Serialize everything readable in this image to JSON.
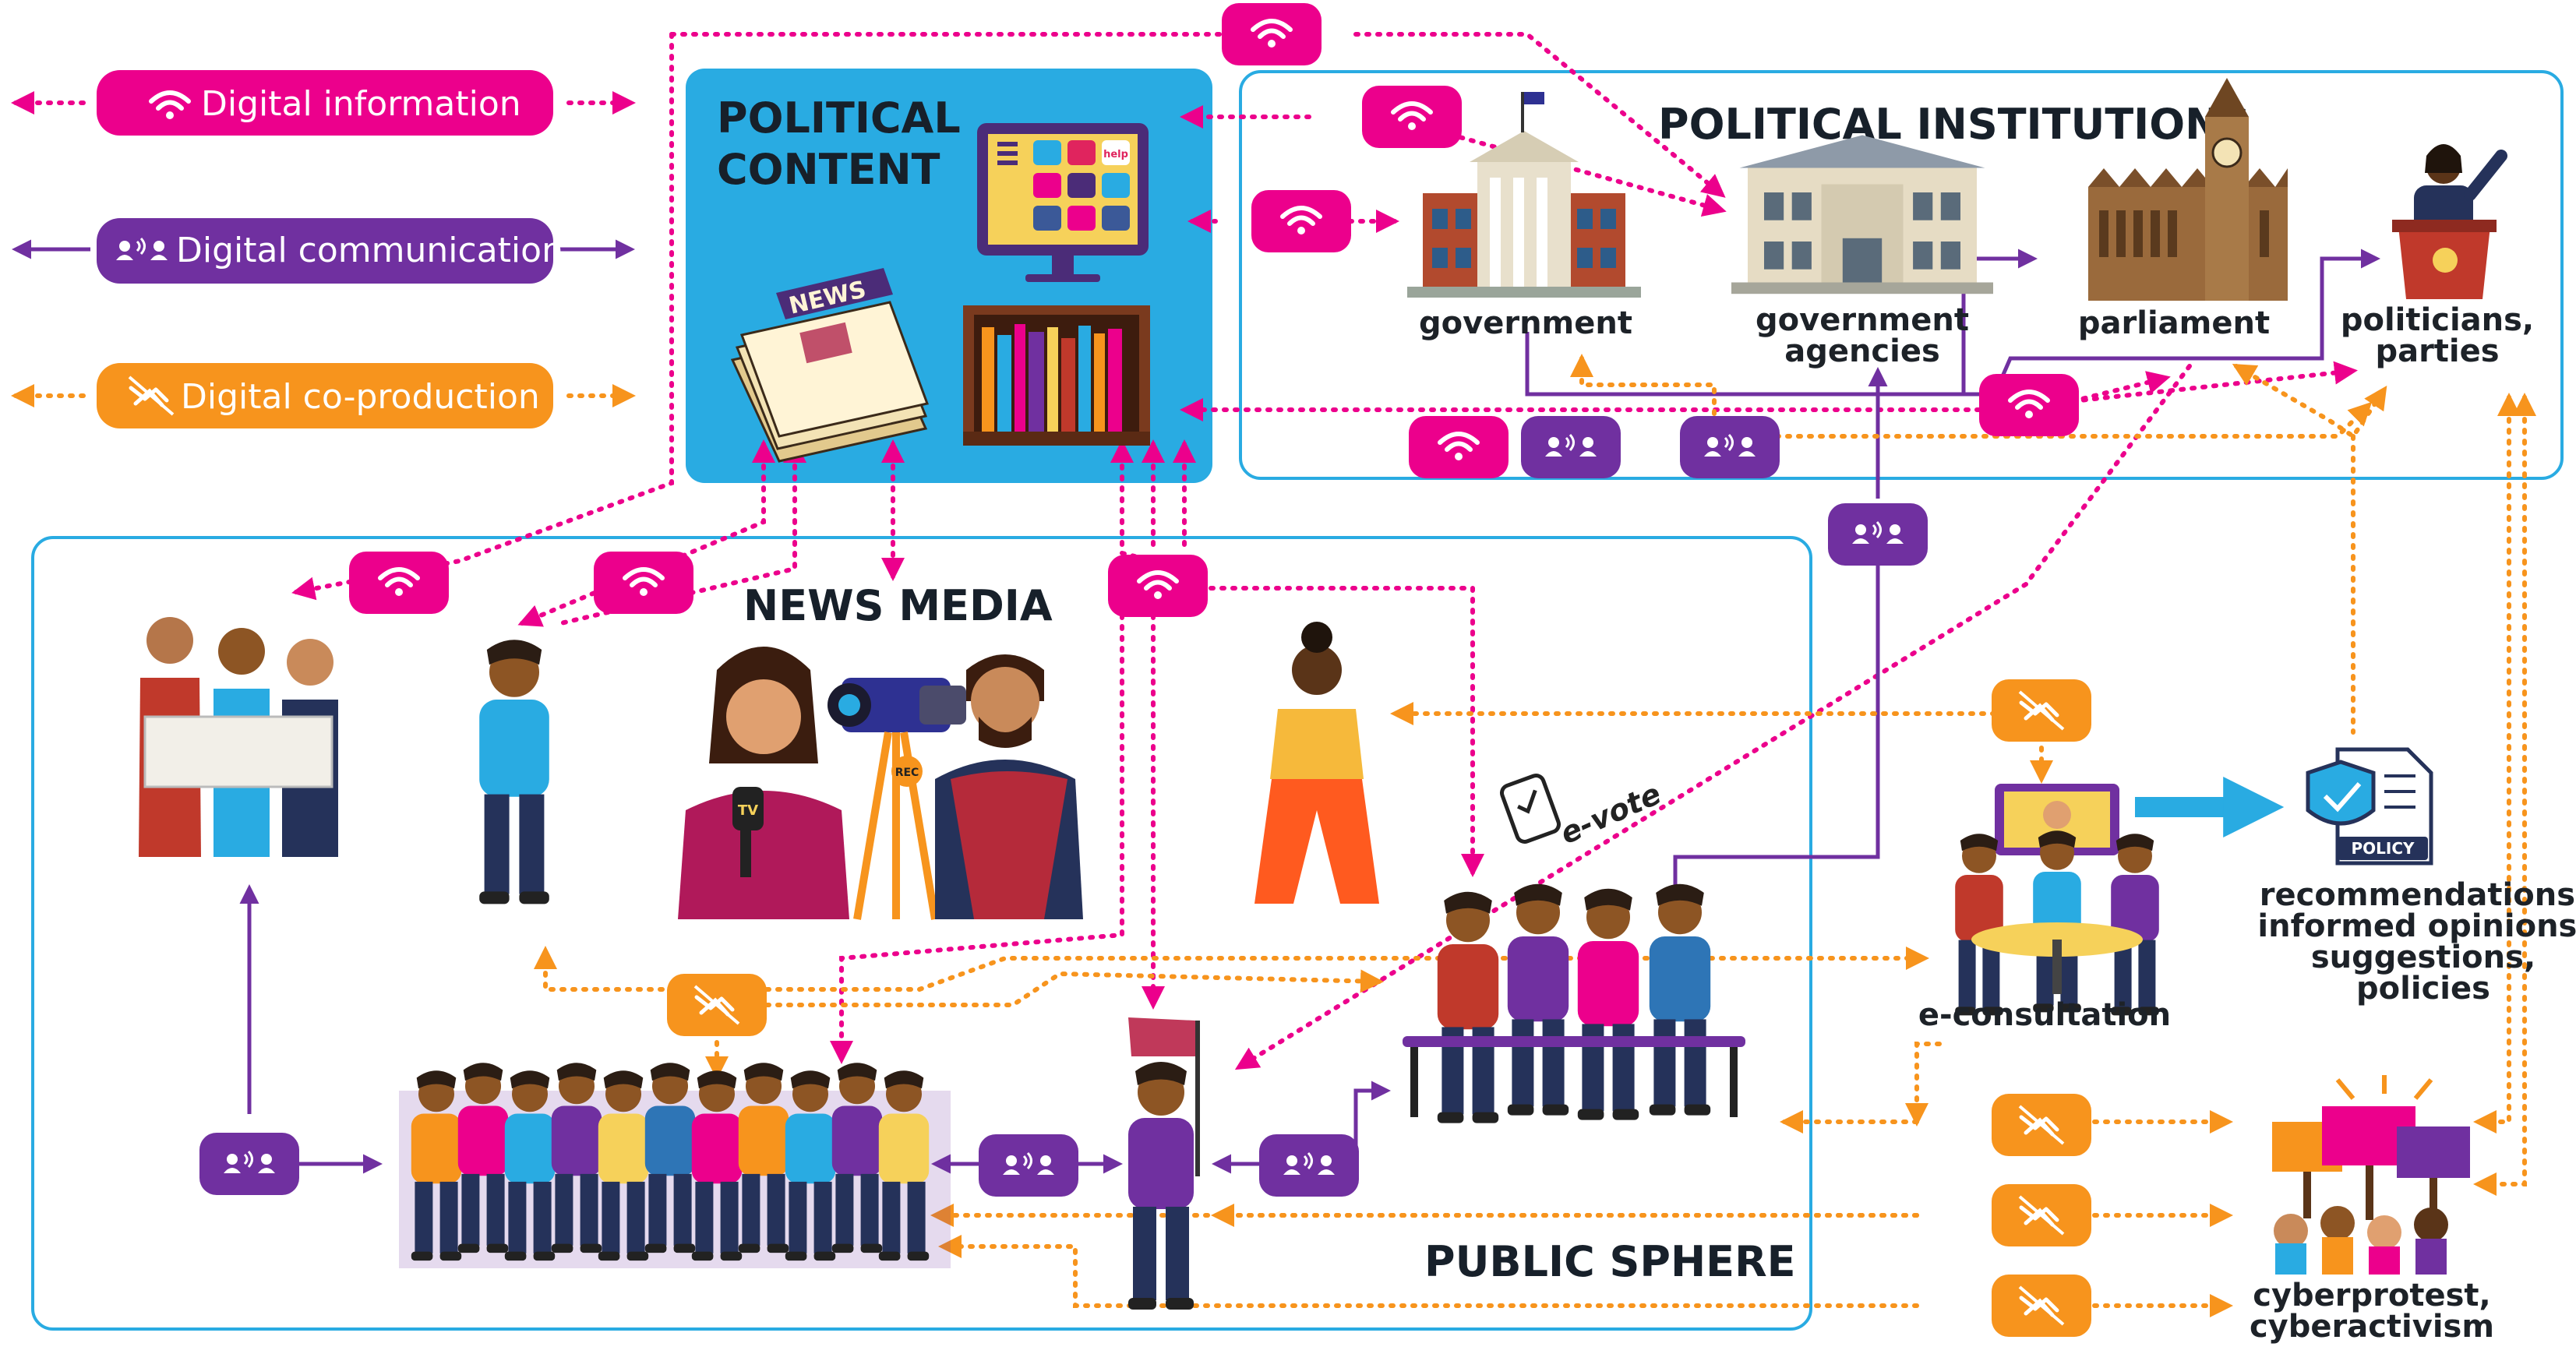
{
  "legend": {
    "digital_information": "Digital information",
    "digital_communication": "Digital communication",
    "digital_coproduction": "Digital co-production"
  },
  "sections": {
    "political_content_line1": "POLITICAL",
    "political_content_line2": "CONTENT",
    "political_institutions": "POLITICAL INSTITUTIONS",
    "news_media": "NEWS MEDIA",
    "public_sphere": "PUBLIC SPHERE"
  },
  "institutions": {
    "government": "government",
    "agencies_line1": "government",
    "agencies_line2": "agencies",
    "parliament": "parliament",
    "politicians_line1": "politicians,",
    "politicians_line2": "parties"
  },
  "content_icons": {
    "news_paper": "NEWS",
    "tv_label": "TV",
    "rec_label": "REC",
    "help_label": "help"
  },
  "labels": {
    "e_vote": "e-vote",
    "e_consultation": "e-consultation",
    "policy_badge": "POLICY",
    "outputs_line1": "recommendations,",
    "outputs_line2": "informed opinions,",
    "outputs_line3": "suggestions,",
    "outputs_line4": "policies",
    "cyber_line1": "cyberprotest,",
    "cyber_line2": "cyberactivism"
  },
  "colors": {
    "information": "#ec008c",
    "communication": "#7030a0",
    "coproduction": "#f7941d",
    "political_content_bg": "#29abe2",
    "frame_border": "#29abe2"
  },
  "icons": {
    "information": "wifi-icon",
    "communication": "people-talking-icon",
    "coproduction": "handshake-icon"
  }
}
